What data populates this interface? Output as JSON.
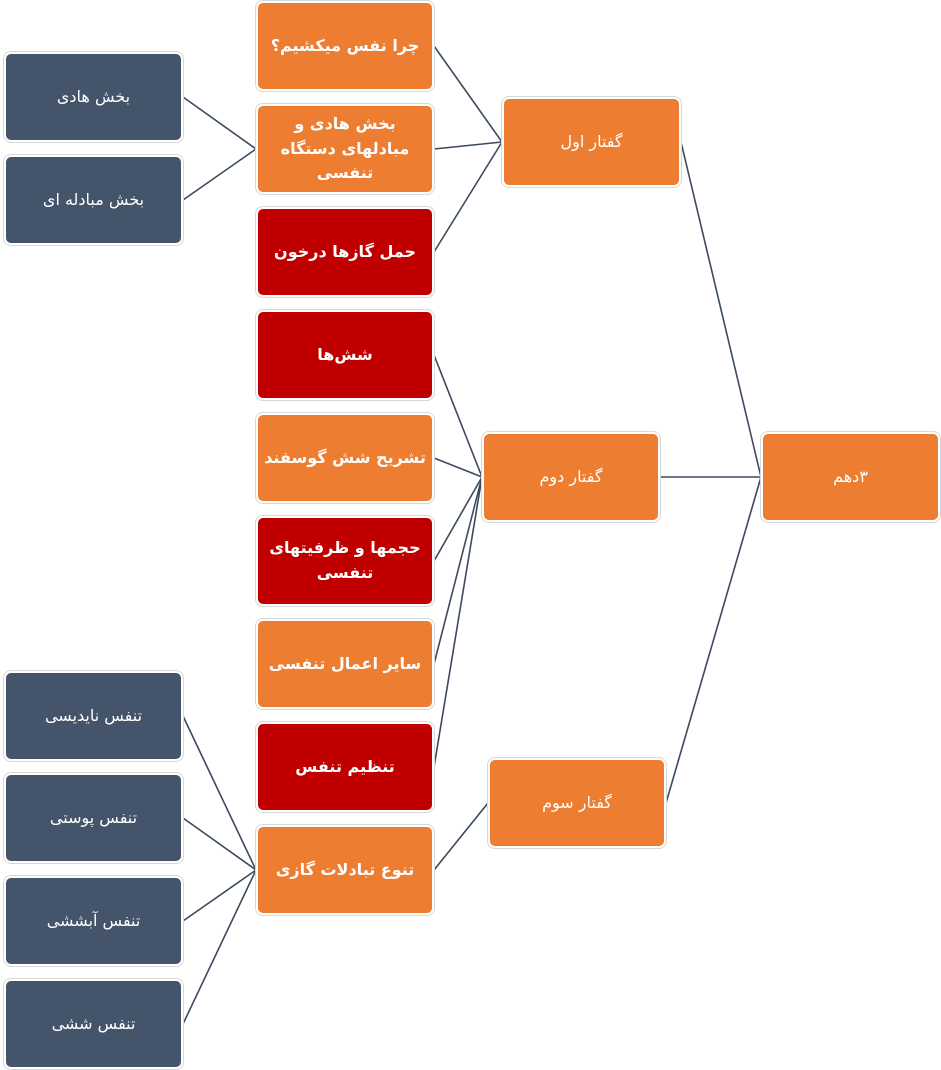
{
  "diagram": {
    "root": {
      "label": "۳دهم"
    },
    "chapters": [
      {
        "label": "گفتار اول"
      },
      {
        "label": "گفتار دوم"
      },
      {
        "label": "گفتار سوم"
      }
    ],
    "topics": [
      {
        "label": "چرا نفس میکشیم؟"
      },
      {
        "label": "بخش هادی و مبادلهای دستگاه تنفسی"
      },
      {
        "label": "حمل گازها درخون"
      },
      {
        "label": "شش‌ها"
      },
      {
        "label": "تشریح شش گوسفند"
      },
      {
        "label": "حجمها و ظرفیتهای تنفسی"
      },
      {
        "label": "سایر اعمال تنفسی"
      },
      {
        "label": "تنظیم تنفس"
      },
      {
        "label": "تنوع تبادلات گازی"
      }
    ],
    "subtopics": [
      {
        "label": "بخش هادی"
      },
      {
        "label": "بخش مبادله ای"
      },
      {
        "label": "تنفس نایدیسی"
      },
      {
        "label": "تنفس پوستی"
      },
      {
        "label": "تنفس آبششی"
      },
      {
        "label": "تنفس ششی"
      }
    ],
    "colors": {
      "orange": "#ed7d31",
      "red": "#c00000",
      "slate": "#44546a",
      "connector": "#3b4a5e"
    }
  }
}
